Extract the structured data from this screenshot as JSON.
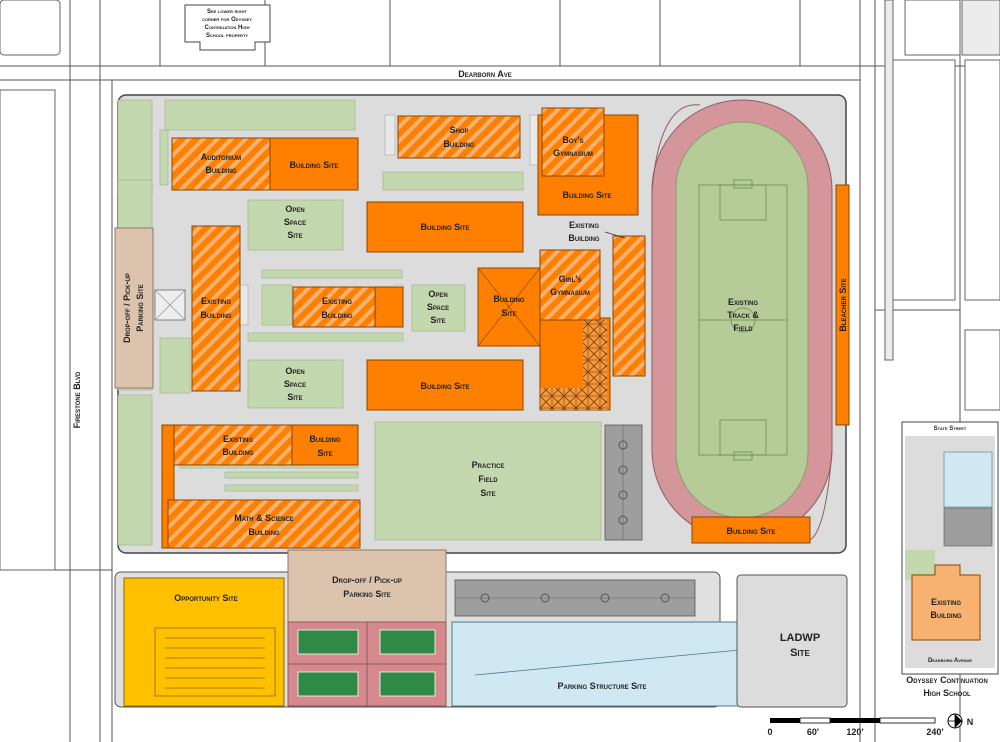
{
  "streets": {
    "dearborn": "Dearborn Ave",
    "firestone": "Firestone Blvd"
  },
  "note": [
    "See lower right",
    "corner for Odyssey",
    "Continuation High",
    "School property"
  ],
  "labels": {
    "auditorium": [
      "Auditorium",
      "Building"
    ],
    "building_site": "Building Site",
    "shop": [
      "Shop",
      "Building"
    ],
    "boys_gym": [
      "Boy's",
      "Gymnasium"
    ],
    "open_space": [
      "Open",
      "Space",
      "Site"
    ],
    "existing_building": [
      "Existing",
      "Building"
    ],
    "existing_building_lower": [
      "Existing",
      "Building"
    ],
    "building_site_stacked": [
      "Building",
      "Site"
    ],
    "girls_gym": [
      "Girl's",
      "Gymnasium"
    ],
    "existing_track": [
      "Existing",
      "Track &",
      "Field"
    ],
    "bleacher": "Bleacher Site",
    "dropoff_left": [
      "Drop-off / Pick-up",
      "Parking Site"
    ],
    "dropoff_bottom": [
      "Drop-off / Pick-up",
      "Parking Site"
    ],
    "practice_field": [
      "Practice",
      "Field",
      "Site"
    ],
    "math_science": [
      "Math & Science",
      "Building"
    ],
    "opportunity": "Opportunity Site",
    "parking_structure": "Parking Structure Site",
    "ladwp": [
      "LADWP",
      "Site"
    ]
  },
  "inset": {
    "top_street": "State Street",
    "bottom_street": "Dearborn Avenue",
    "building": [
      "Existing",
      "Building"
    ],
    "caption": [
      "Odyssey Continuation",
      "High School"
    ]
  },
  "scale": {
    "ticks": [
      "0",
      "60'",
      "120'",
      "240'"
    ],
    "north": "N"
  },
  "colors": {
    "orange": "#ff8000",
    "hatch_light": "#f7b272",
    "open_green": "#c4d8b0",
    "campus_gray": "#dcdcdc",
    "track": "#d4969a",
    "field": "#b5cc99",
    "tan": "#dcc3ae",
    "yellow": "#ffc000",
    "light_blue": "#cfe8f2",
    "tennis": "#2e8a45",
    "tennis_bg": "#d6898c"
  }
}
